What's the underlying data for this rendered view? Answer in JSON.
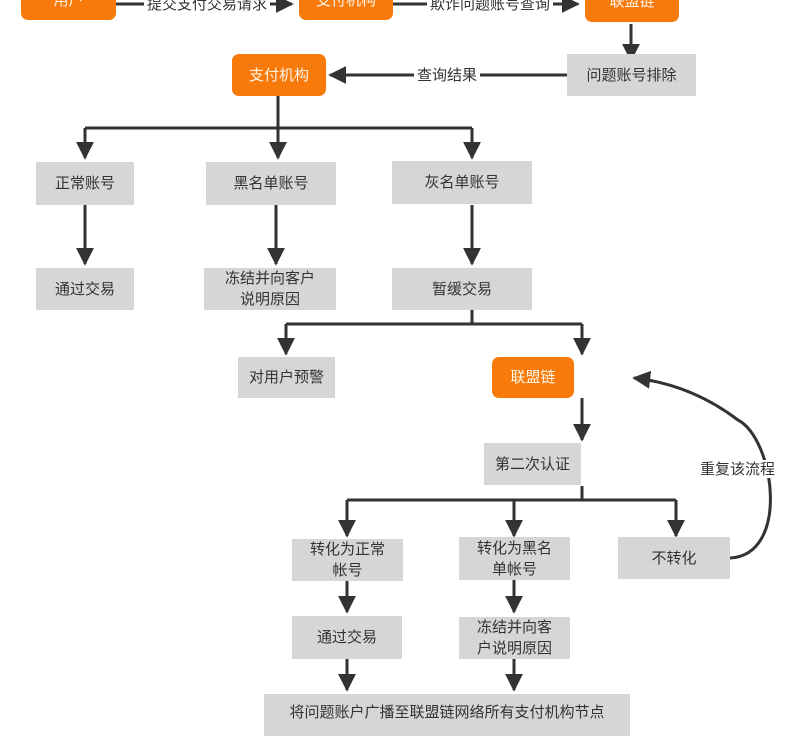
{
  "diagram": {
    "type": "flowchart",
    "colors": {
      "primary_node": "#f87a0b",
      "secondary_node": "#d6d6d6",
      "edge": "#333333",
      "text_dark": "#333333",
      "text_light": "#fff4e6"
    },
    "nodes": {
      "user": "用户",
      "payment_org_top": "支付机构",
      "alliance_chain_top": "联盟链",
      "exclude_problem_account": "问题账号排除",
      "payment_org": "支付机构",
      "normal_account": "正常账号",
      "blacklist_account": "黑名单账号",
      "greylist_account": "灰名单账号",
      "pass_transaction_1": "通过交易",
      "freeze_explain_1": "冻结并向客户\n说明原因",
      "suspend_transaction": "暂缓交易",
      "warn_user": "对用户预警",
      "alliance_chain_mid": "联盟链",
      "second_verification": "第二次认证",
      "convert_normal": "转化为正常\n帐号",
      "convert_blacklist": "转化为黑名\n单帐号",
      "no_conversion": "不转化",
      "pass_transaction_2": "通过交易",
      "freeze_explain_2": "冻结并向客\n户说明原因",
      "broadcast": "将问题账户广播至联盟链网络所有支付机构节点"
    },
    "edge_labels": {
      "submit_request": "提交支付交易请求",
      "fraud_query": "欺诈问题账号查询",
      "query_result": "查询结果",
      "repeat_process": "重复该流程"
    },
    "edges": [
      {
        "from": "user",
        "to": "payment_org_top",
        "label": "提交支付交易请求"
      },
      {
        "from": "payment_org_top",
        "to": "alliance_chain_top",
        "label": "欺诈问题账号查询"
      },
      {
        "from": "alliance_chain_top",
        "to": "exclude_problem_account"
      },
      {
        "from": "exclude_problem_account",
        "to": "payment_org",
        "label": "查询结果"
      },
      {
        "from": "payment_org",
        "to": "normal_account"
      },
      {
        "from": "payment_org",
        "to": "blacklist_account"
      },
      {
        "from": "payment_org",
        "to": "greylist_account"
      },
      {
        "from": "normal_account",
        "to": "pass_transaction_1"
      },
      {
        "from": "blacklist_account",
        "to": "freeze_explain_1"
      },
      {
        "from": "greylist_account",
        "to": "suspend_transaction"
      },
      {
        "from": "suspend_transaction",
        "to": "warn_user"
      },
      {
        "from": "suspend_transaction",
        "to": "alliance_chain_mid"
      },
      {
        "from": "alliance_chain_mid",
        "to": "second_verification"
      },
      {
        "from": "second_verification",
        "to": "convert_normal"
      },
      {
        "from": "second_verification",
        "to": "convert_blacklist"
      },
      {
        "from": "second_verification",
        "to": "no_conversion"
      },
      {
        "from": "no_conversion",
        "to": "alliance_chain_mid",
        "label": "重复该流程"
      },
      {
        "from": "convert_normal",
        "to": "pass_transaction_2"
      },
      {
        "from": "convert_blacklist",
        "to": "freeze_explain_2"
      },
      {
        "from": "pass_transaction_2",
        "to": "broadcast"
      },
      {
        "from": "freeze_explain_2",
        "to": "broadcast"
      }
    ]
  }
}
